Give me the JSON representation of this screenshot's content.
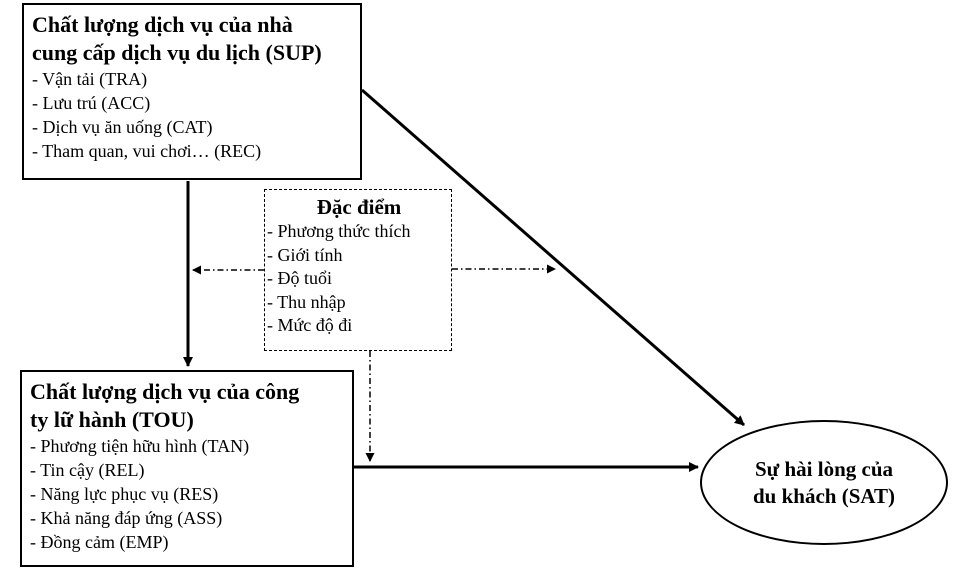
{
  "sup_box": {
    "title_line1": "Chất lượng dịch vụ của nhà",
    "title_line2": "cung cấp dịch vụ du lịch (SUP)",
    "items": [
      "- Vận tải (TRA)",
      "- Lưu trú (ACC)",
      "- Dịch vụ ăn uống (CAT)",
      "- Tham quan, vui chơi… (REC)"
    ]
  },
  "tou_box": {
    "title_line1": "Chất lượng dịch vụ của công",
    "title_line2": "ty lữ hành (TOU)",
    "items": [
      "- Phương tiện hữu hình (TAN)",
      "- Tin cậy (REL)",
      "- Năng lực phục vụ (RES)",
      "- Khả năng đáp ứng (ASS)",
      "- Đồng cảm (EMP)"
    ]
  },
  "moderator_box": {
    "title": "Đặc điểm",
    "items": [
      "- Phương thức thích",
      "- Giới tính",
      "- Độ tuổi",
      "- Thu nhập",
      "- Mức độ đi"
    ]
  },
  "sat_node": {
    "line1": "Sự hài lòng của",
    "line2": "du khách (SAT)"
  }
}
